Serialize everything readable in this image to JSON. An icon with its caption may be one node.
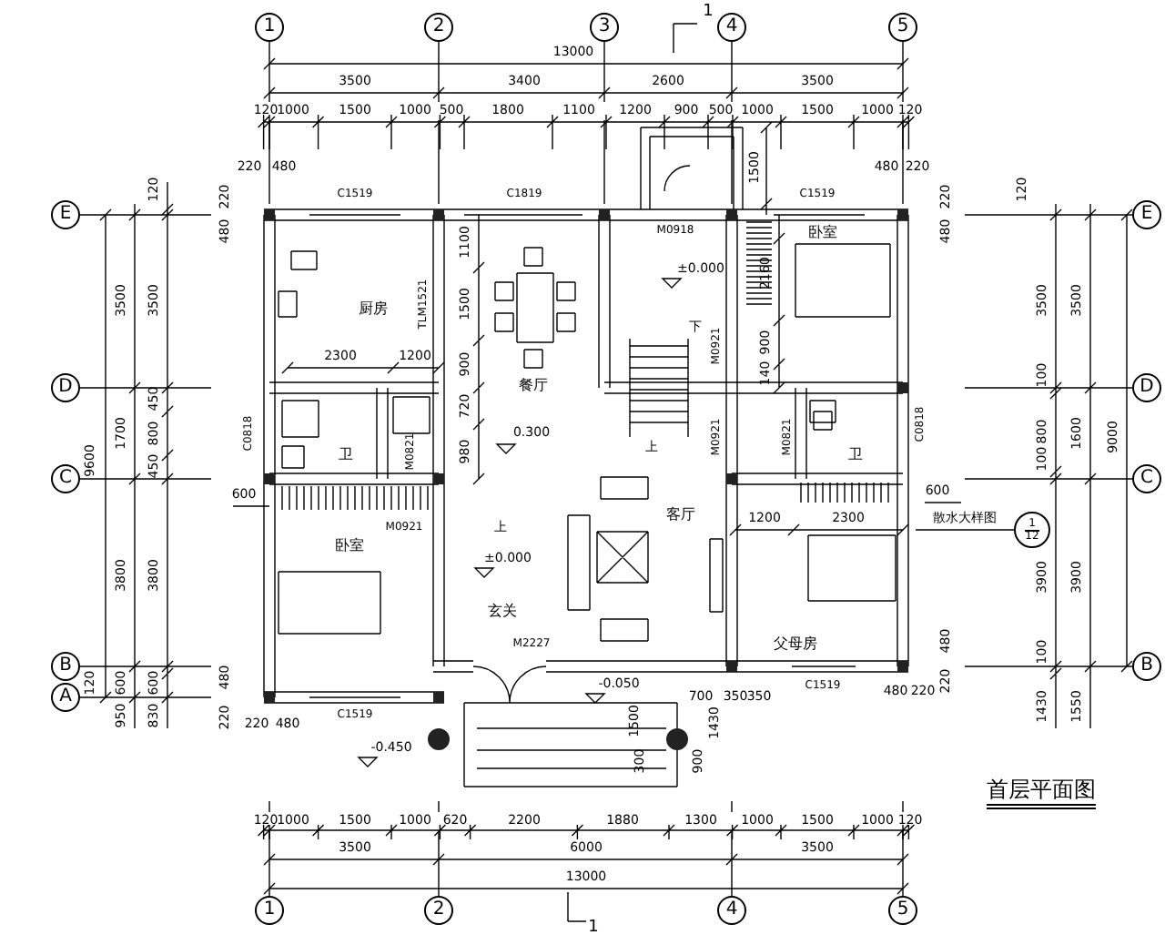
{
  "diagram": {
    "title": "首层平面图",
    "nodes": [
      {
        "text": [
          "1"
        ]
      },
      {
        "text": [
          "2"
        ]
      },
      {
        "text": [
          "3"
        ]
      },
      {
        "text": [
          "4"
        ]
      },
      {
        "text": [
          "5"
        ]
      },
      {
        "text": [
          "E"
        ]
      },
      {
        "text": [
          "D"
        ]
      },
      {
        "text": [
          "C"
        ]
      },
      {
        "text": [
          "B"
        ]
      },
      {
        "text": [
          "A"
        ]
      },
      {
        "text": [
          "E"
        ]
      },
      {
        "text": [
          "D"
        ]
      },
      {
        "text": [
          "C"
        ]
      },
      {
        "text": [
          "B"
        ]
      },
      {
        "text": [
          "1",
          "12"
        ]
      },
      {
        "text": [
          "1"
        ]
      },
      {
        "text": [
          "2"
        ]
      },
      {
        "text": [
          "4"
        ]
      },
      {
        "text": [
          "5"
        ]
      }
    ],
    "labels": [
      "1",
      "13000",
      "3500",
      "3400",
      "2600",
      "3500",
      "120",
      "1000",
      "1500",
      "1000",
      "500",
      "1800",
      "1100",
      "1200",
      "900",
      "500",
      "1000",
      "1500",
      "1000",
      "120",
      "120",
      "220",
      "220",
      "480",
      "C1519",
      "C1819",
      "1500",
      "C1519",
      "480",
      "220",
      "220",
      "120",
      "480",
      "1100",
      "M0918",
      "卧室",
      "480",
      "3500",
      "3500",
      "厨房",
      "TLM1521",
      "1500",
      "±0.000",
      "2160",
      "3500",
      "3500",
      "2300",
      "1200",
      "900",
      "餐厅",
      "下",
      "M0921",
      "900",
      "140",
      "100",
      "9600",
      "1700",
      "450",
      "800",
      "450",
      "C0818",
      "卫",
      "M0821",
      "720",
      "980",
      "0.300",
      "上",
      "M0921",
      "M0821",
      "卫",
      "C0818",
      "800",
      "100",
      "1600",
      "9000",
      "600",
      "600",
      "M0921",
      "上",
      "客厅",
      "1200",
      "2300",
      "散水大样图",
      "3800",
      "3800",
      "卧室",
      "±0.000",
      "3900",
      "3900",
      "玄关",
      "M2227",
      "父母房",
      "480",
      "100",
      "120",
      "600",
      "950",
      "600",
      "830",
      "480",
      "220",
      "220",
      "480",
      "C1519",
      "-0.050",
      "1500",
      "700",
      "1430",
      "350",
      "350",
      "C1519",
      "480",
      "220",
      "220",
      "1430",
      "1550",
      "-0.450",
      "300",
      "900",
      "120",
      "1000",
      "1500",
      "1000",
      "620",
      "2200",
      "1880",
      "1300",
      "1000",
      "1500",
      "1000",
      "120",
      "3500",
      "6000",
      "3500",
      "13000",
      "1"
    ]
  }
}
